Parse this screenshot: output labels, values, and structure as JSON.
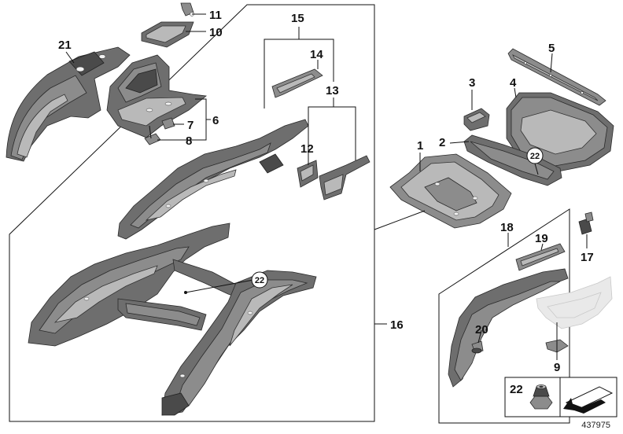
{
  "labels": {
    "p1": "1",
    "p2": "2",
    "p3": "3",
    "p4": "4",
    "p5": "5",
    "p6": "6",
    "p7": "7",
    "p8": "8",
    "p9": "9",
    "p10": "10",
    "p11": "11",
    "p12": "12",
    "p13": "13",
    "p14": "14",
    "p15": "15",
    "p16": "16",
    "p17": "17",
    "p18": "18",
    "p19": "19",
    "p20": "20",
    "p21": "21",
    "p22": "22"
  },
  "callouts": {
    "c22a": "22",
    "c22b": "22"
  },
  "legend": {
    "ref": "22"
  },
  "diagram_id": "437975"
}
